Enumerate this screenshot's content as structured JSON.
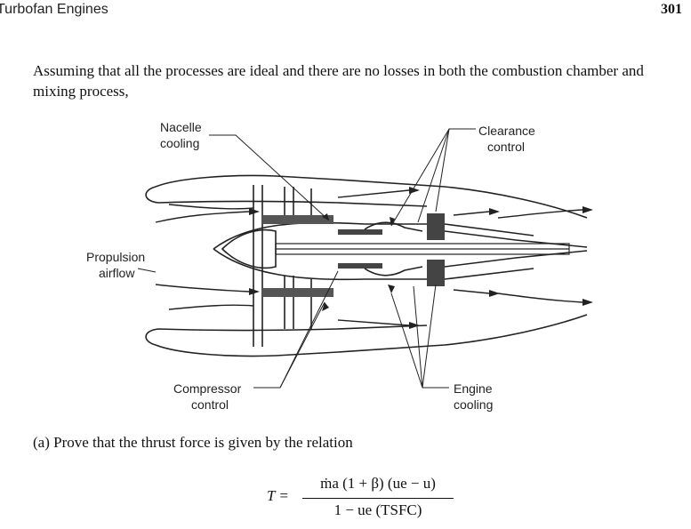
{
  "header": {
    "chapter_title": "Turbofan Engines",
    "page_number": "301"
  },
  "body": {
    "paragraph": "Assuming that all the processes are ideal and there are no losses in both the combustion chamber and mixing process,",
    "question": "(a) Prove that the thrust force is given by the relation"
  },
  "figure": {
    "labels": {
      "nacelle_cooling": [
        "Nacelle",
        "cooling"
      ],
      "clearance_control": [
        "Clearance",
        "control"
      ],
      "propulsion_airflow": [
        "Propulsion",
        "airflow"
      ],
      "compressor_control": [
        "Compressor",
        "control"
      ],
      "engine_cooling": [
        "Engine",
        "cooling"
      ]
    }
  },
  "equation": {
    "lhs": "T =",
    "numerator": "ṁa (1 + β) (ue − u)",
    "denominator": "1 − ue (TSFC)"
  }
}
